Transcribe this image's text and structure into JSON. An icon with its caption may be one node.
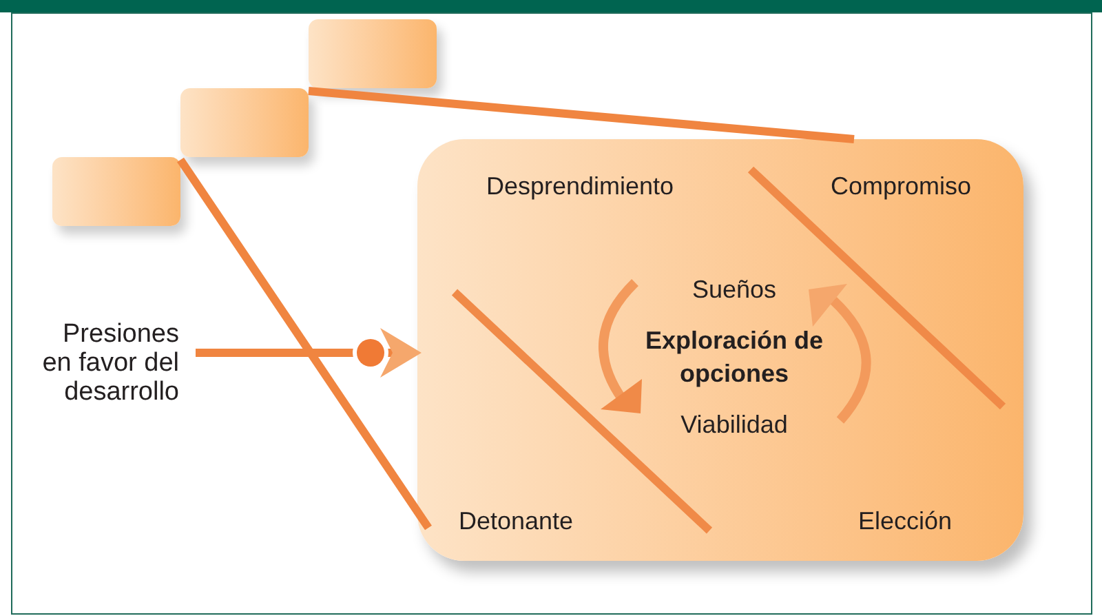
{
  "diagram": {
    "nodes": [
      {
        "text": [],
        "shape": "box"
      },
      {
        "text": [],
        "shape": "box"
      },
      {
        "text": [],
        "shape": "box"
      },
      {
        "text": [
          "Desprendimiento",
          "Compromiso",
          "Sueños",
          "Exploración de opciones",
          "Viabilidad",
          "Detonante",
          "Elección"
        ]
      },
      {
        "text": [
          "Presiones en favor del desarrollo"
        ]
      }
    ],
    "edges": [
      {
        "from": 0,
        "to": 3,
        "arrow": "none"
      },
      {
        "from": 1,
        "to": 3,
        "arrow": "none"
      },
      {
        "from": 4,
        "to": 3,
        "arrow": "to"
      }
    ]
  }
}
